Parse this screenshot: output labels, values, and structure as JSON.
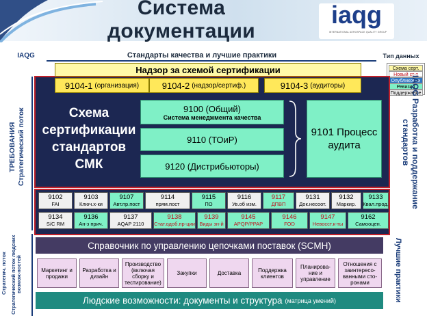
{
  "header": {
    "title": "Система документации",
    "logo_word": "iaqg",
    "logo_sub": "INTERNATIONAL AEROSPACE QUALITY GROUP"
  },
  "labels": {
    "iaqg": "IAQG",
    "standards": "Стандарты качества и лучшие практики",
    "data_type": "Тип данных",
    "requirements": "ТРЕБОВАНИЯ",
    "strategic_flow": "Стратегический поток",
    "strat_bottom": "Стратегич. поток",
    "human_flow": "Стратегический поток людских возмож-ностей",
    "right_dev": "IAQG Разработка и поддержание стандартов",
    "right_best": "Лучшие практики"
  },
  "legend": [
    {
      "label": "Схема серт.",
      "bg": "#fff9a8",
      "color": "#000000"
    },
    {
      "label": "Новый ст-т",
      "bg": "#ffffff",
      "color": "#c0101a"
    },
    {
      "label": "Опубликован",
      "bg": "#2b74c4",
      "color": "#ffffff"
    },
    {
      "label": "Ревизия",
      "bg": "#7ff0c6",
      "color": "#000000"
    },
    {
      "label": "Поддержание",
      "bg": "#f0f0f0",
      "color": "#000000"
    }
  ],
  "oversight": "Надзор за схемой сертификации",
  "top_standards": [
    {
      "code": "9104-1",
      "note": "(организация)"
    },
    {
      "code": "9104-2",
      "note": "(надзор/сертиф.)"
    },
    {
      "code": "9104-3",
      "note": "(аудиторы)"
    }
  ],
  "scheme_title": "Схема сертификации стандартов СМК",
  "green_boxes": {
    "g9100": {
      "code": "9100 (Общий)",
      "sub": "Система менеджмента качества"
    },
    "g9110": "9110 (ТОиР)",
    "g9120": "9120 (Дистрибьюторы)",
    "g9101": "9101 Процесс аудита"
  },
  "codes_row1": [
    {
      "n": "9102",
      "t": "FAI",
      "style": "gray"
    },
    {
      "n": "9103",
      "t": "Ключ.х-ки",
      "style": "gray"
    },
    {
      "n": "9107",
      "t": "Авт.пр.пост",
      "style": "green"
    },
    {
      "n": "9114",
      "t": "прям.пост",
      "style": "gray"
    },
    {
      "n": "9115",
      "t": "ПО",
      "style": "green"
    },
    {
      "n": "9116",
      "t": "Ув.об изм.",
      "style": "gray"
    },
    {
      "n": "9117",
      "t": "ДПВП",
      "style": "green-red"
    },
    {
      "n": "9131",
      "t": "Док.несоот.",
      "style": "gray"
    },
    {
      "n": "9132",
      "t": "Маркир.",
      "style": "gray"
    },
    {
      "n": "9133",
      "t": "Квал.прод.",
      "style": "green"
    }
  ],
  "codes_row2": [
    {
      "n": "9134",
      "t": "S/C RM",
      "style": "gray"
    },
    {
      "n": "9136",
      "t": "Ан-з прич.",
      "style": "green"
    },
    {
      "n": "9137",
      "t": "AQAP 2110",
      "style": "gray"
    },
    {
      "n": "9138",
      "t": "Стат.одоб.пр-ции",
      "style": "green-red"
    },
    {
      "n": "9139",
      "t": "Виды зн-й",
      "style": "green-red"
    },
    {
      "n": "9145",
      "t": "APQP/PPAP",
      "style": "green-red"
    },
    {
      "n": "9146",
      "t": "FOD",
      "style": "green-red"
    },
    {
      "n": "9147",
      "t": "Невосст.к-ты",
      "style": "green-red"
    },
    {
      "n": "9162",
      "t": "Самооцен.",
      "style": "green"
    }
  ],
  "scmh": "Справочник по управлению цепочками поставок (SCMH)",
  "process_boxes": [
    "Маркетинг и продажи",
    "Разработка и дизайн",
    "Производство (включая сборку и тестирование)",
    "Закупки",
    "Доставка",
    "Поддержка клиентов",
    "Планирова-ние и управление",
    "Отношения с заинтересо-ванными сто-ронами"
  ],
  "people": {
    "main": "Людские возможности: документы и структура",
    "note": "(матрица умений)"
  }
}
